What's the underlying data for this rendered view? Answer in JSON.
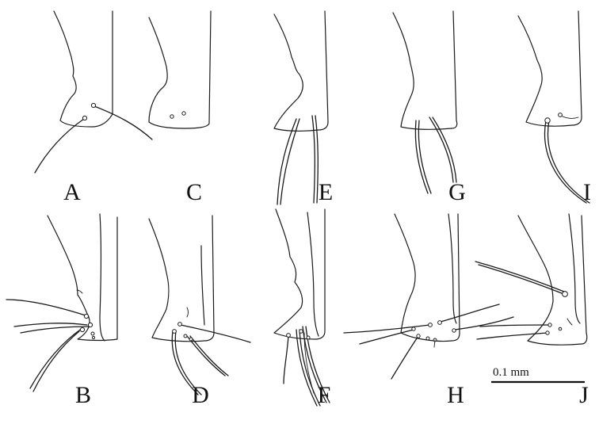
{
  "panels": {
    "A": "A",
    "B": "B",
    "C": "C",
    "D": "D",
    "E": "E",
    "F": "F",
    "G": "G",
    "H": "H",
    "I": "I",
    "J": "J"
  },
  "scale": {
    "label": "0.1 mm"
  }
}
